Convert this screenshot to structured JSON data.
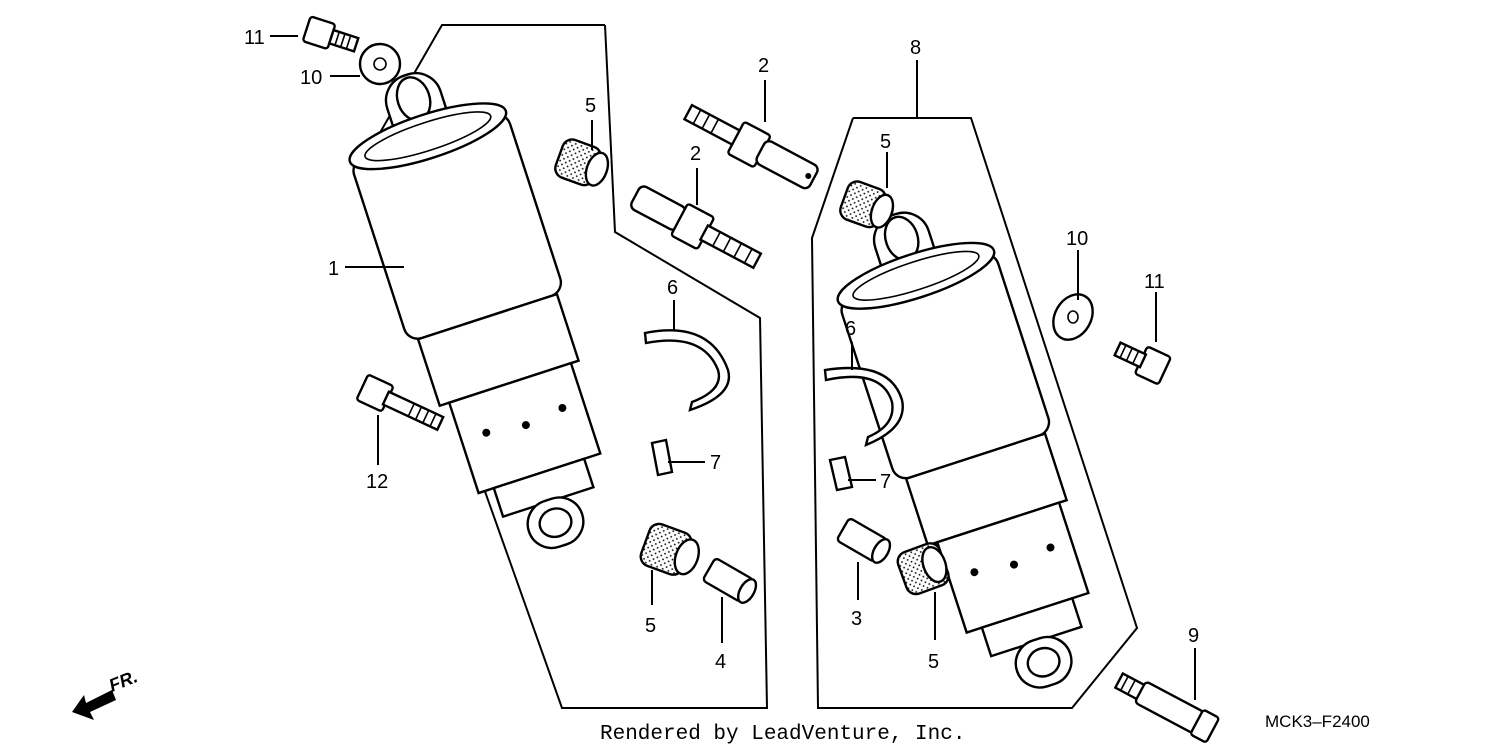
{
  "callouts": {
    "c1": "1",
    "c2a": "2",
    "c2b": "2",
    "c3": "3",
    "c4": "4",
    "c5a": "5",
    "c5b": "5",
    "c5c": "5",
    "c5d": "5",
    "c6a": "6",
    "c6b": "6",
    "c7a": "7",
    "c7b": "7",
    "c8": "8",
    "c9": "9",
    "c10a": "10",
    "c10b": "10",
    "c11a": "11",
    "c11b": "11",
    "c12": "12"
  },
  "direction_label": "FR.",
  "footer_credit": "Rendered by LeadVenture, Inc.",
  "diagram_code": "MCK3–F2400"
}
